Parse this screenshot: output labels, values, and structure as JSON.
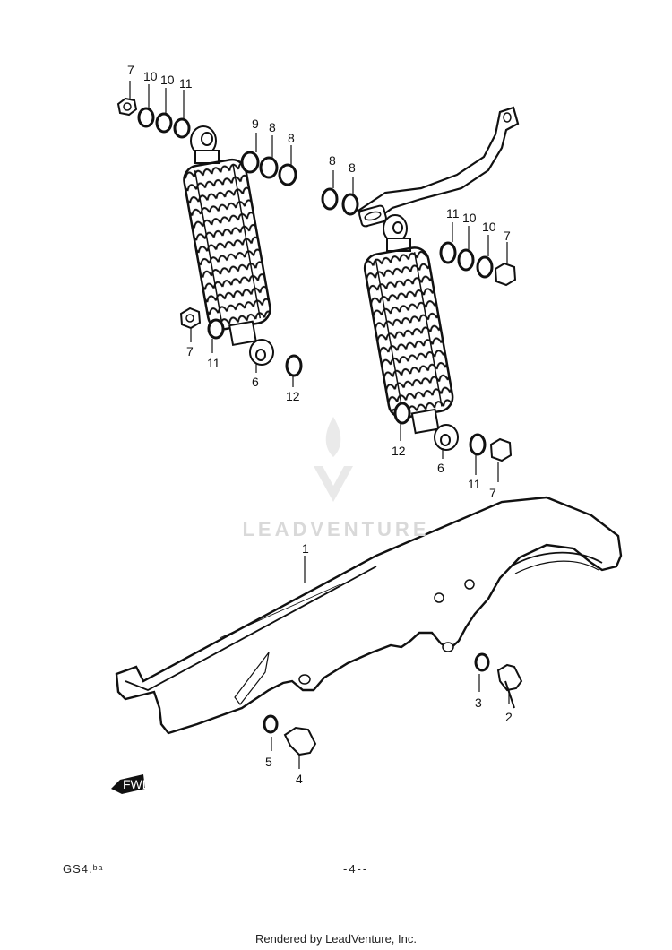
{
  "footer": {
    "page_code": "GS4.ᵇᵃ",
    "page_number": "-4--",
    "rendered_by": "Rendered by LeadVenture, Inc."
  },
  "watermark": {
    "text": "LEADVENTURE"
  },
  "fwd_label": "FWD",
  "callouts": {
    "c1": "1",
    "c2": "2",
    "c3": "3",
    "c4": "4",
    "c5": "5",
    "l_top_7": "7",
    "l_top_10a": "10",
    "l_top_10b": "10",
    "l_top_11": "11",
    "l_top_9": "9",
    "l_top_8a": "8",
    "l_top_8b": "8",
    "l_bot_7": "7",
    "l_bot_11": "11",
    "l_6": "6",
    "l_12": "12",
    "r_top_8a": "8",
    "r_top_8b": "8",
    "r_top_11": "11",
    "r_top_10a": "10",
    "r_top_10b": "10",
    "r_top_7": "7",
    "r_12": "12",
    "r_6": "6",
    "r_11": "11",
    "r_7": "7"
  }
}
